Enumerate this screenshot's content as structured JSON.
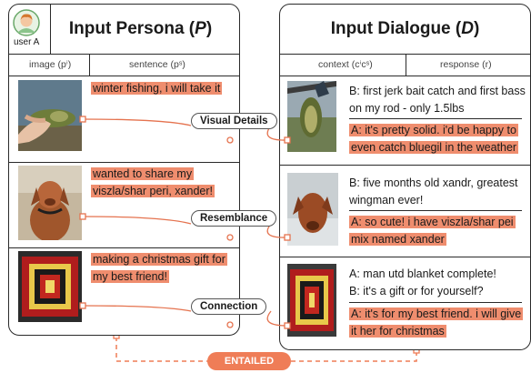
{
  "persona": {
    "user_label": "user A",
    "title_prefix": "Input Persona (",
    "title_symbol": "P",
    "title_suffix": ")",
    "col_image": "image (pⁱ)",
    "col_sentence": "sentence (pˢ)",
    "rows": [
      {
        "sentence": "winter fishing, i will take it",
        "image": "hand-holding-fish"
      },
      {
        "sentence": "wanted to share my viszla/shar peri, xander!",
        "image": "brown-dog"
      },
      {
        "sentence": "making a christmas gift for my best friend!",
        "image": "crochet-blanket"
      }
    ]
  },
  "dialogue": {
    "title_prefix": "Input Dialogue (",
    "title_symbol": "D",
    "title_suffix": ")",
    "col_context": "context (cⁱcˢ)",
    "col_response": "response (r)",
    "rows": [
      {
        "context": "B: first jerk bait catch and first bass on my rod - only 1.5lbs",
        "response": "A: it's pretty solid. i'd be happy to even catch bluegil in the weather"
      },
      {
        "context": "B: five months old xandr, greatest wingman ever!",
        "response": "A: so cute! i have viszla/shar pei mix named xander"
      },
      {
        "context": "A: man utd blanket complete!\nB: it's a gift or for yourself?",
        "response": "A: it's for my best friend. i will give it her for christmas"
      }
    ]
  },
  "links": [
    "Visual Details",
    "Resemblance",
    "Connection"
  ],
  "entailed": "ENTAILED",
  "colors": {
    "highlight": "#ef8d6e",
    "accent": "#ef7d57",
    "stroke": "#2a2a2a",
    "link": "#e5734f"
  }
}
